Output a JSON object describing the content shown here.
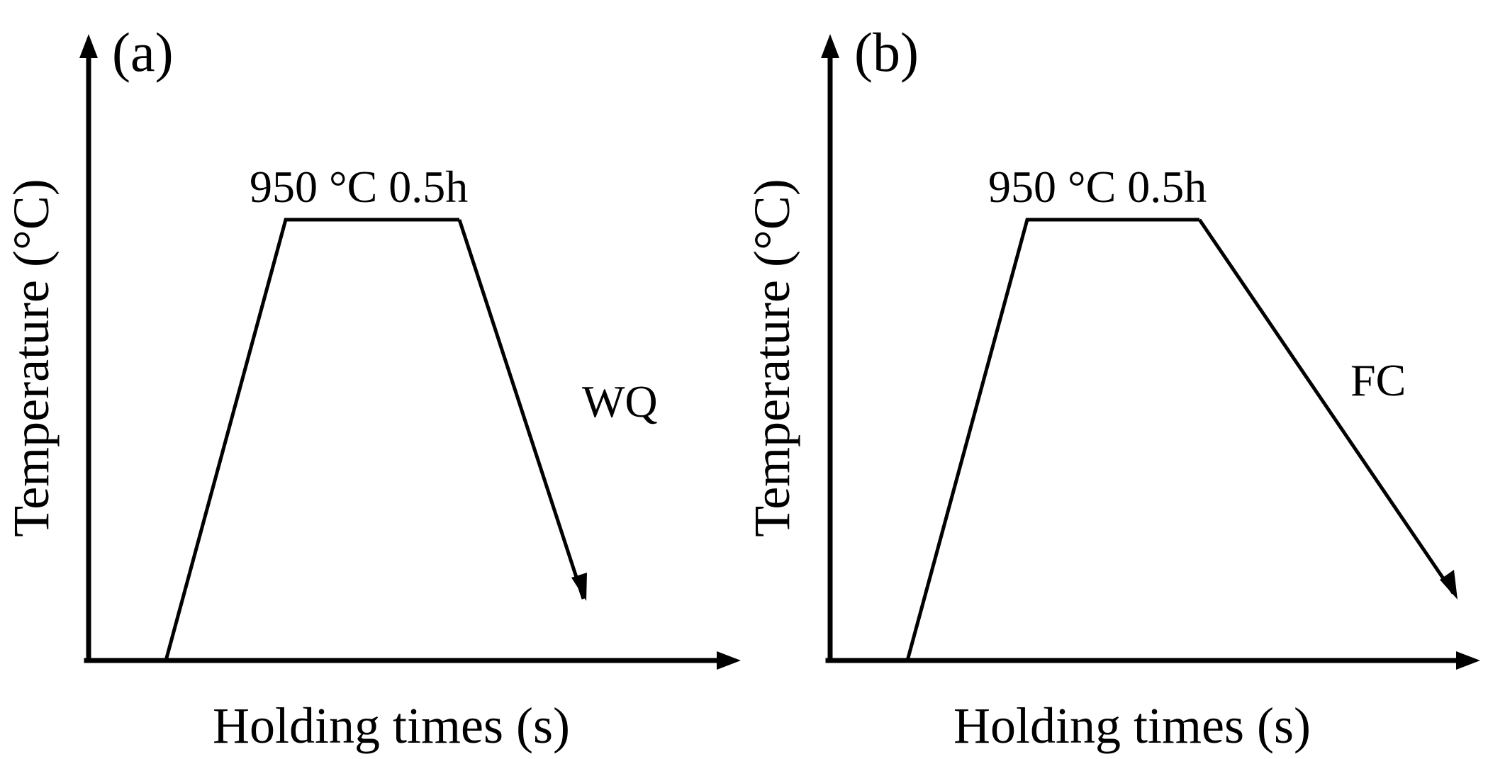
{
  "colors": {
    "background": "#ffffff",
    "ink": "#000000"
  },
  "panels": [
    {
      "panel_label": "(a)",
      "ylabel": "Temperature (°C)",
      "xlabel": "Holding times (s)",
      "hold_label": "950 °C 0.5h",
      "cooling_label": "WQ",
      "cooling_rate": "steep"
    },
    {
      "panel_label": "(b)",
      "ylabel": "Temperature (°C)",
      "xlabel": "Holding times (s)",
      "hold_label": "950 °C 0.5h",
      "cooling_label": "FC",
      "cooling_rate": "gradual"
    }
  ]
}
